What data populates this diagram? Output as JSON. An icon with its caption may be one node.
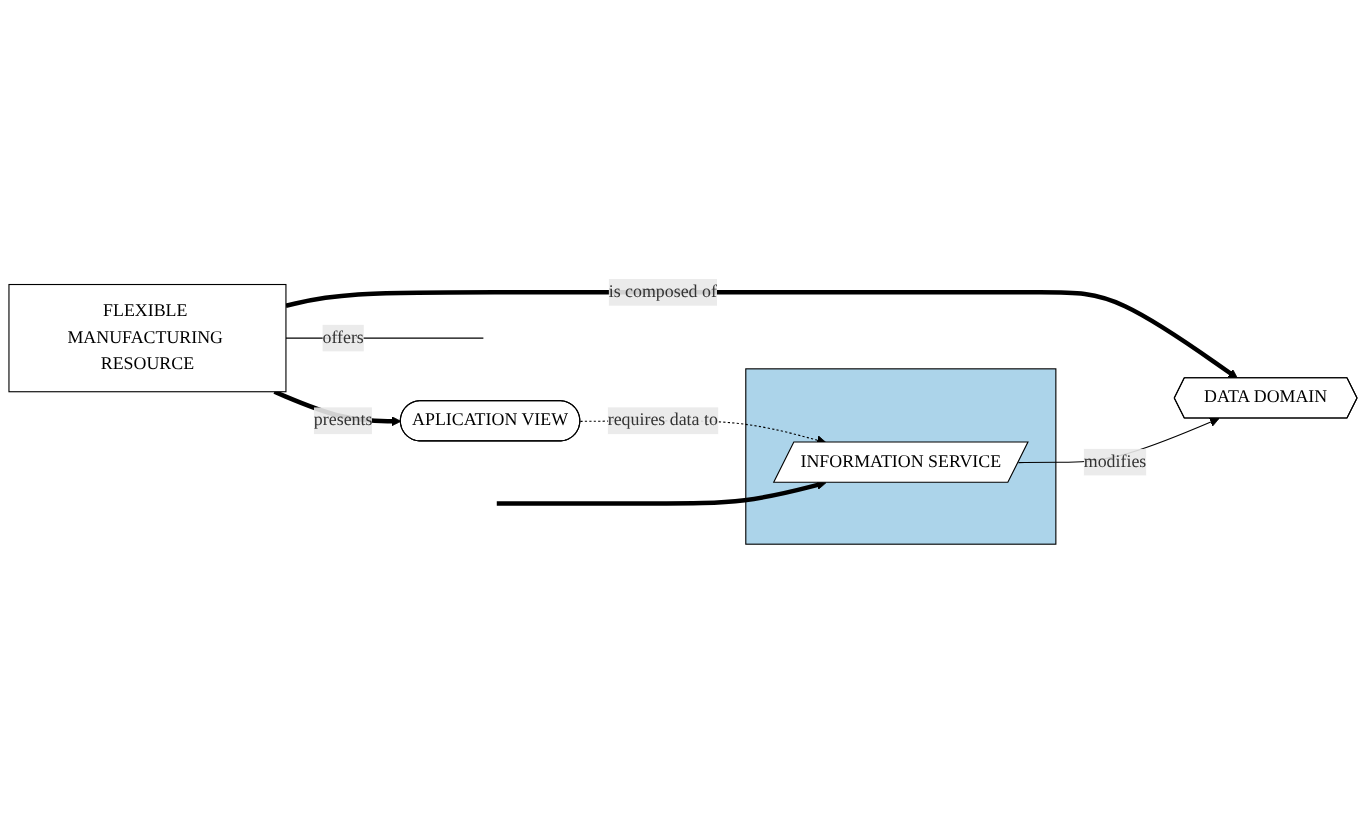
{
  "diagram": {
    "nodes": [
      {
        "text": [
          "FLEXIBLE MANUFACTURING RESOURCE"
        ]
      },
      {
        "text": [
          "DATA DOMAIN"
        ]
      },
      {
        "text": [
          "APLICATION VIEW"
        ]
      },
      {
        "text": [],
        "shape": "box"
      },
      {
        "text": [
          "INFORMATION SERVICE"
        ],
        "in": 3
      }
    ],
    "edges": [
      {
        "from": 0,
        "to": null,
        "arrow": "none",
        "label": "offers"
      },
      {
        "from": 0,
        "to": 1,
        "arrow": "to",
        "label": "is composed of",
        "style": "thick"
      },
      {
        "from": 0,
        "to": 2,
        "arrow": "to",
        "label": "presents",
        "style": "thick"
      },
      {
        "from": 2,
        "to": 4,
        "arrow": "to",
        "label": "requires data to",
        "style": "dashed"
      },
      {
        "from": 4,
        "to": 1,
        "arrow": "to",
        "label": "modifies"
      },
      {
        "from": null,
        "to": 4,
        "arrow": "to",
        "style": "thick"
      }
    ]
  }
}
